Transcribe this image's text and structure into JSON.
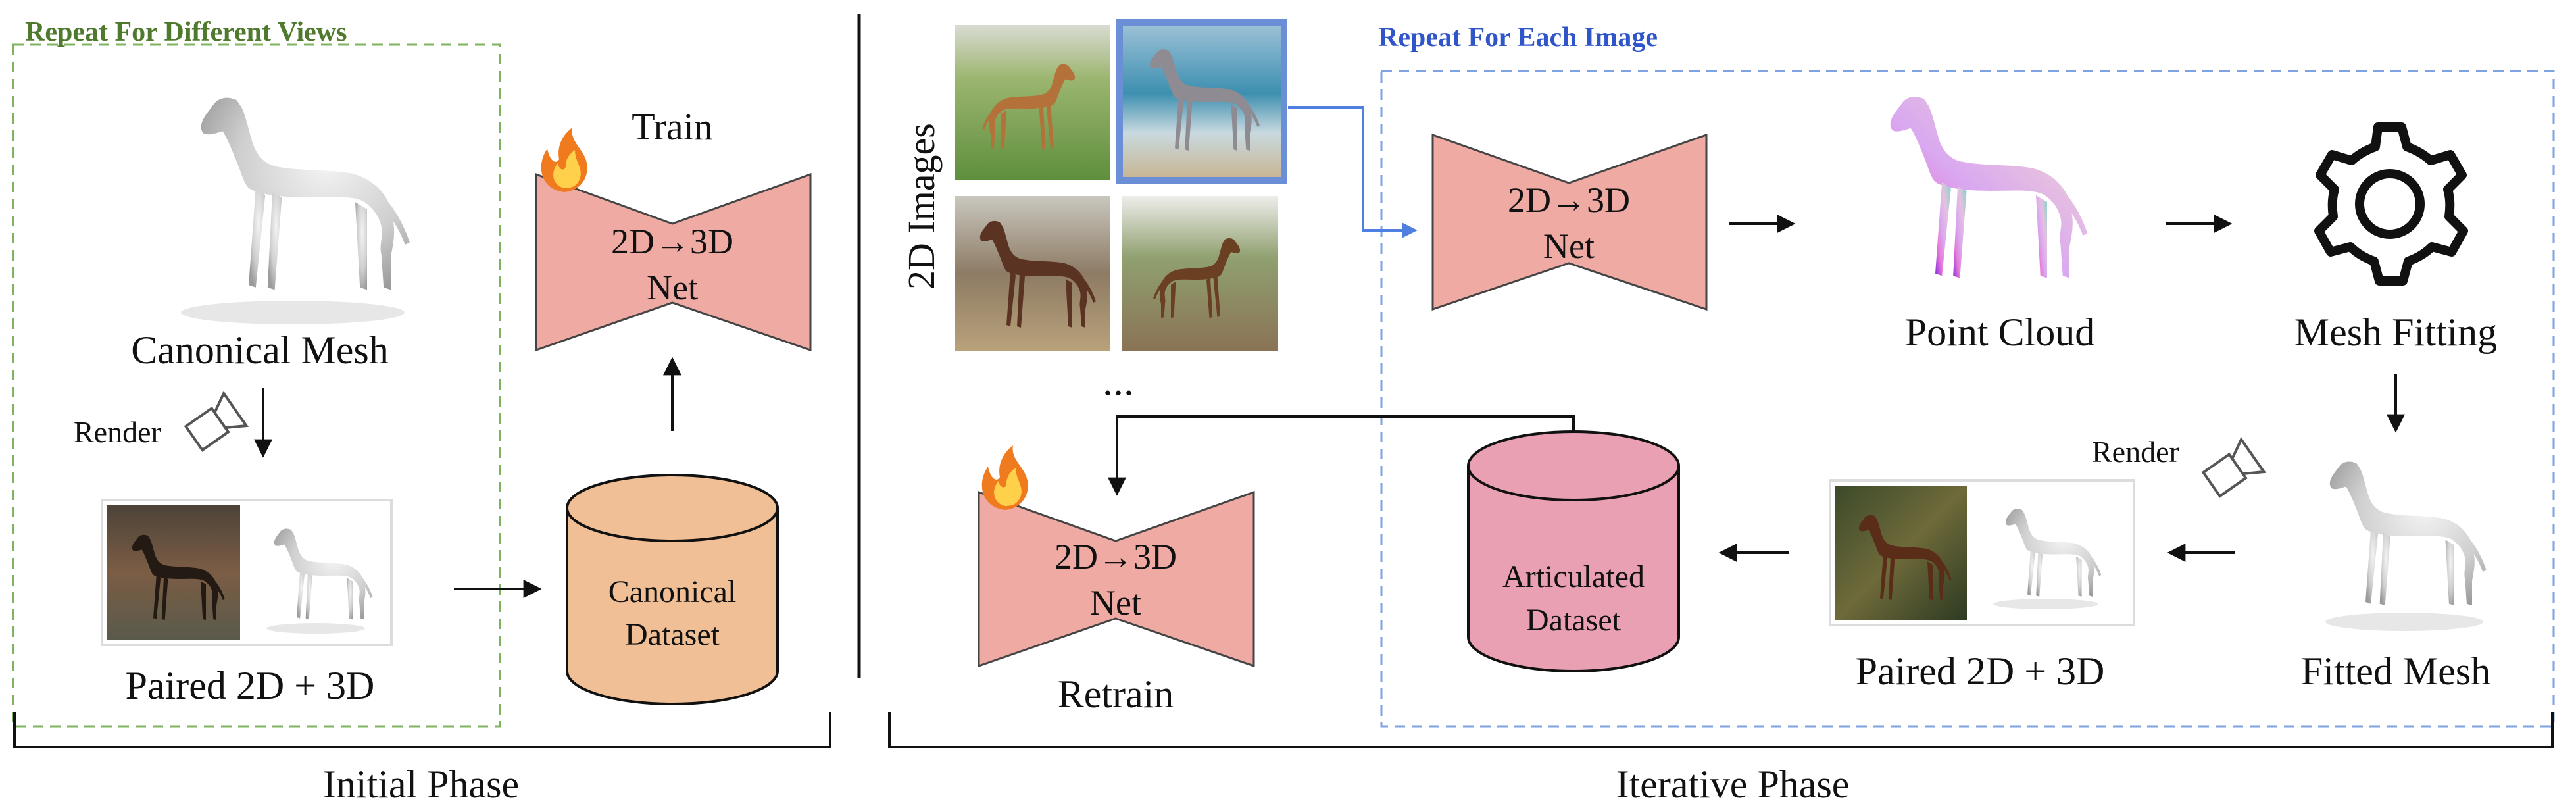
{
  "initial": {
    "group_title": "Repeat For Different Views",
    "canonical_mesh_label": "Canonical Mesh",
    "render_label": "Render",
    "paired_label": "Paired 2D + 3D",
    "train_label": "Train",
    "net_line1": "2D→3D",
    "net_line2": "Net",
    "dataset_line1": "Canonical",
    "dataset_line2": "Dataset",
    "phase_label": "Initial Phase"
  },
  "iterative": {
    "images_label": "2D Images",
    "ellipsis": "...",
    "group_title": "Repeat For Each Image",
    "net_line1": "2D→3D",
    "net_line2": "Net",
    "point_cloud_label": "Point Cloud",
    "mesh_fitting_label": "Mesh Fitting",
    "render_label": "Render",
    "fitted_mesh_label": "Fitted Mesh",
    "paired_label": "Paired 2D + 3D",
    "dataset_line1": "Articulated",
    "dataset_line2": "Dataset",
    "retrain_net_line1": "2D→3D",
    "retrain_net_line2": "Net",
    "retrain_label": "Retrain",
    "phase_label": "Iterative Phase"
  },
  "colors": {
    "green_group": "#6aa84f",
    "green_title": "#4f7a2e",
    "blue_group": "#6b8fd6",
    "blue_title": "#2f55c8",
    "net_fill": "#efaaa4",
    "canonical_db_fill": "#f1bf95",
    "articulated_db_fill": "#e9a0b3"
  },
  "icons": {
    "fire": "fire-icon",
    "camera": "camera-icon",
    "gear": "gear-icon"
  }
}
